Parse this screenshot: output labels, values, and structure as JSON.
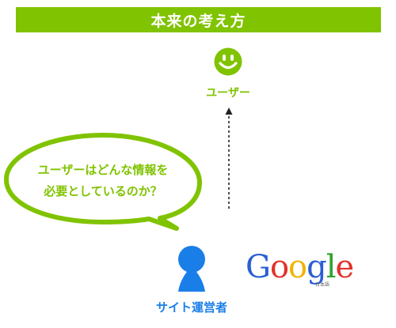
{
  "header": {
    "title": "本来の考え方"
  },
  "user_node": {
    "label": "ユーザー",
    "icon": "smiley-icon"
  },
  "bubble": {
    "line1": "ユーザーはどんな情報を",
    "line2": "必要としているのか？"
  },
  "operator_node": {
    "label": "サイト運営者",
    "icon": "person-icon"
  },
  "logo": {
    "letters": [
      "G",
      "o",
      "o",
      "g",
      "l",
      "e"
    ],
    "letter_colors": [
      "#2a5fd4",
      "#e2312a",
      "#f0b400",
      "#2a5fd4",
      "#2fa32f",
      "#e2312a"
    ],
    "subtitle": "日本語"
  },
  "colors": {
    "accent": "#80c300",
    "operator": "#1a7ee8",
    "arrow": "#222222"
  }
}
